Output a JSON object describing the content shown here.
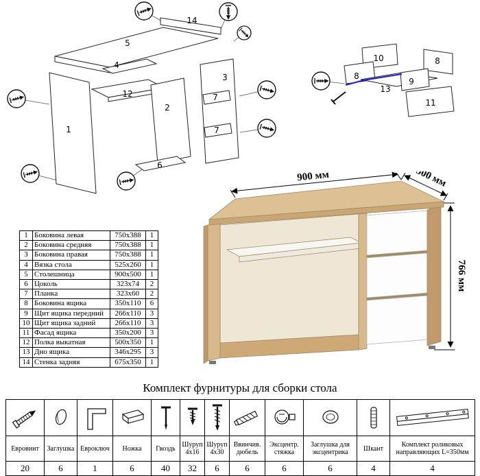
{
  "parts_table": {
    "rows": [
      {
        "num": "1",
        "name": "Боковина левая",
        "size": "750x388",
        "qty": "1"
      },
      {
        "num": "2",
        "name": "Боковина средняя",
        "size": "750x388",
        "qty": "1"
      },
      {
        "num": "3",
        "name": "Боковина правая",
        "size": "750x388",
        "qty": "1"
      },
      {
        "num": "4",
        "name": "Вязка стола",
        "size": "525x260",
        "qty": "1"
      },
      {
        "num": "5",
        "name": "Столешница",
        "size": "900x500",
        "qty": "1"
      },
      {
        "num": "6",
        "name": "Цоколь",
        "size": "323x74",
        "qty": "2"
      },
      {
        "num": "7",
        "name": "Планка",
        "size": "323x60",
        "qty": "2"
      },
      {
        "num": "8",
        "name": "Боковина ящика",
        "size": "350x110",
        "qty": "6"
      },
      {
        "num": "9",
        "name": "Щит ящика передний",
        "size": "266x110",
        "qty": "3"
      },
      {
        "num": "10",
        "name": "Щит ящика задний",
        "size": "266x110",
        "qty": "3"
      },
      {
        "num": "11",
        "name": "Фасад ящика",
        "size": "350x200",
        "qty": "3"
      },
      {
        "num": "12",
        "name": "Полка выкатная",
        "size": "500x350",
        "qty": "1"
      },
      {
        "num": "13",
        "name": "Дно ящика",
        "size": "346x295",
        "qty": "3"
      },
      {
        "num": "14",
        "name": "Стенка задняя",
        "size": "675x350",
        "qty": "1"
      }
    ]
  },
  "desk": {
    "dim_width": "900 мм",
    "dim_depth": "500 мм",
    "dim_height": "766 мм",
    "colors": {
      "wood": "#d8b98b",
      "wood_dark": "#c2996a",
      "drawer_white": "#fdfdfd",
      "highlight": "#2222cc"
    }
  },
  "hardware": {
    "title": "Комплект фурнитуры для сборки стола",
    "items": [
      {
        "name": "Евровинт",
        "qty": "20",
        "icon": "euroscrew-icon"
      },
      {
        "name": "Заглушка",
        "qty": "6",
        "icon": "plug-icon"
      },
      {
        "name": "Евроключ",
        "qty": "1",
        "icon": "hexkey-icon"
      },
      {
        "name": "Ножка",
        "qty": "6",
        "icon": "foot-icon"
      },
      {
        "name": "Гвоздь",
        "qty": "40",
        "icon": "nail-icon"
      },
      {
        "name": "Шуруп 4х16",
        "qty": "32",
        "icon": "screw-short-icon"
      },
      {
        "name": "Шуруп 4х30",
        "qty": "6",
        "icon": "screw-long-icon"
      },
      {
        "name": "Ввинчив. дюбель",
        "qty": "6",
        "icon": "dowel-screw-icon"
      },
      {
        "name": "Эксцентр. стяжка",
        "qty": "6",
        "icon": "cam-lock-icon"
      },
      {
        "name": "Заглушка для эксцентрика",
        "qty": "6",
        "icon": "cam-cap-icon"
      },
      {
        "name": "Шкант",
        "qty": "4",
        "icon": "wood-dowel-icon"
      },
      {
        "name": "Комплект роликовых направляющих L=350мм",
        "qty": "4",
        "icon": "drawer-slide-icon"
      }
    ]
  },
  "diagram": {
    "labels": [
      {
        "part": "back-panel",
        "text": "14"
      },
      {
        "part": "tabletop",
        "text": "5"
      },
      {
        "part": "frame-bar",
        "text": "4"
      },
      {
        "part": "pullout-shelf",
        "text": "12"
      },
      {
        "part": "middle-panel",
        "text": "2"
      },
      {
        "part": "right-panel",
        "text": "3"
      },
      {
        "part": "plank-top",
        "text": "7"
      },
      {
        "part": "plank-bottom",
        "text": "7"
      },
      {
        "part": "left-panel",
        "text": "1"
      },
      {
        "part": "plinth",
        "text": "6"
      },
      {
        "part": "drawer-back",
        "text": "10"
      },
      {
        "part": "drawer-side-left",
        "text": "8"
      },
      {
        "part": "drawer-side-right",
        "text": "8"
      },
      {
        "part": "drawer-front",
        "text": "9"
      },
      {
        "part": "drawer-bottom",
        "text": "13"
      },
      {
        "part": "drawer-facade",
        "text": "11"
      }
    ],
    "callout_icons": [
      "confirmat-screw-icon",
      "bolt-icon",
      "screw-icon",
      "confirmat-screw-icon",
      "confirmat-screw-icon",
      "confirmat-screw-icon",
      "screw-icon",
      "screw-icon",
      "screw-icon"
    ],
    "highlight_color": "#2222cc"
  }
}
